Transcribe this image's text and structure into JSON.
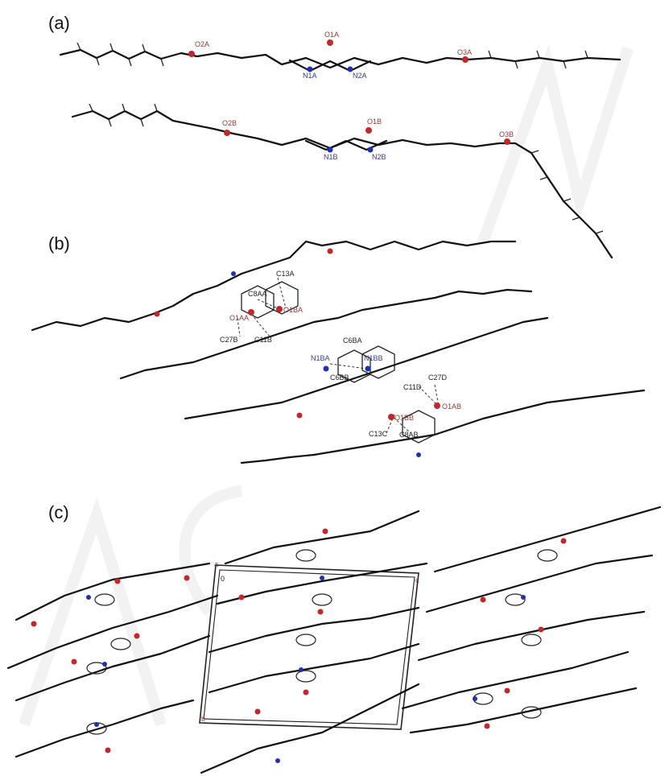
{
  "panels": [
    {
      "label": "(a)",
      "atoms": [
        "O2A",
        "O1A",
        "O3A",
        "N1A",
        "N2A",
        "O2B",
        "O1B",
        "O3B",
        "N1B",
        "N2B"
      ]
    },
    {
      "label": "(b)",
      "atoms": [
        "C13A",
        "C8AA",
        "O1BA",
        "O1AA",
        "C27B",
        "C11B",
        "C6BA",
        "N1BA",
        "N1BB",
        "C6BB",
        "C11D",
        "C27D",
        "O1AB",
        "O1BB",
        "C13C",
        "C8AB"
      ]
    },
    {
      "label": "(c)",
      "axis_labels": [
        "a",
        "b",
        "c",
        "0"
      ]
    }
  ],
  "colors": {
    "oxygen": "#c0282c",
    "nitrogen": "#2030b0",
    "carbon": "#111111"
  }
}
